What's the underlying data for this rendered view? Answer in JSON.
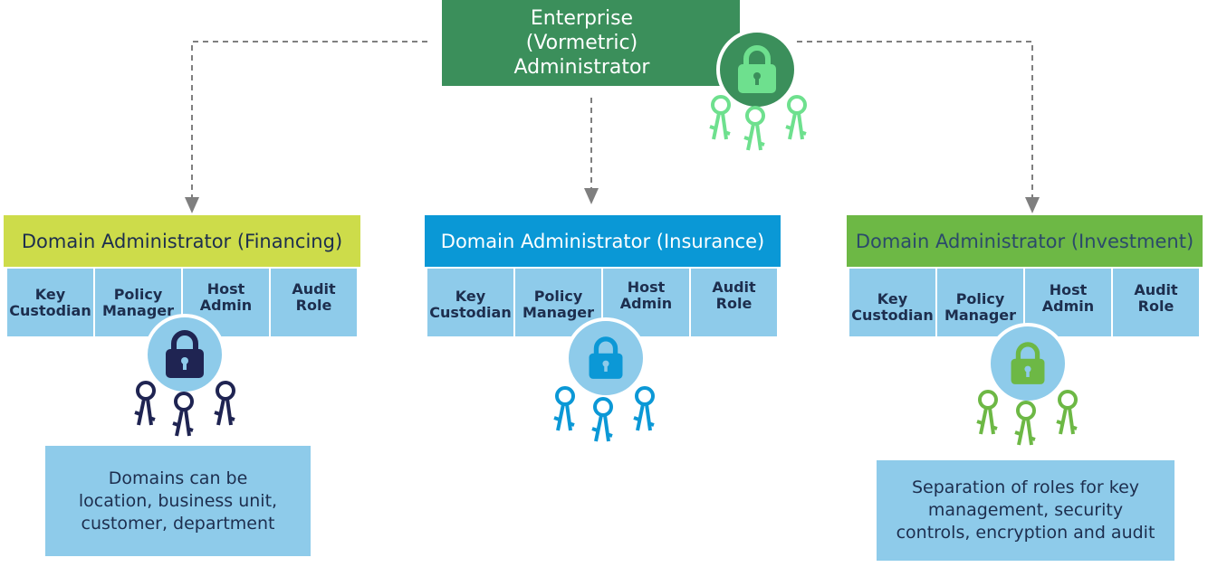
{
  "enterprise": {
    "lines": [
      "Enterprise",
      "(Vormetric)",
      "Administrator"
    ]
  },
  "domains": [
    {
      "title": "Domain Administrator (Financing)",
      "header_color": "#cddc4a",
      "text_color": "#1d2e4e",
      "lock_color": "#1f2452",
      "roles": [
        [
          "Key",
          "Custodian"
        ],
        [
          "Policy",
          "Manager"
        ],
        [
          "Host",
          "Admin"
        ],
        [
          "Audit",
          "Role"
        ]
      ]
    },
    {
      "title": "Domain Administrator (Insurance)",
      "header_color": "#0a98d6",
      "text_color": "#ffffff",
      "lock_color": "#0b98d6",
      "roles": [
        [
          "Key",
          "Custodian"
        ],
        [
          "Policy",
          "Manager"
        ],
        [
          "Host",
          "Admin"
        ],
        [
          "Audit",
          "Role"
        ]
      ]
    },
    {
      "title": "Domain Administrator (Investment)",
      "header_color": "#6db845",
      "text_color": "#2b4a6a",
      "lock_color": "#6db845",
      "roles": [
        [
          "Key",
          "Custodian"
        ],
        [
          "Policy",
          "Manager"
        ],
        [
          "Host",
          "Admin"
        ],
        [
          "Audit",
          "Role"
        ]
      ]
    }
  ],
  "notes": {
    "left": [
      "Domains can be",
      "location, business unit,",
      "customer, department"
    ],
    "right": [
      "Separation of roles for key",
      "management, security",
      "controls, encryption and audit"
    ]
  },
  "colors": {
    "enterprise_box": "#3b8f5b",
    "enterprise_lock": "#6ee08e",
    "role_cell": "#8ecbea",
    "connector": "#7f7f7f"
  },
  "icons": [
    "padlock-icon",
    "key-icon"
  ]
}
